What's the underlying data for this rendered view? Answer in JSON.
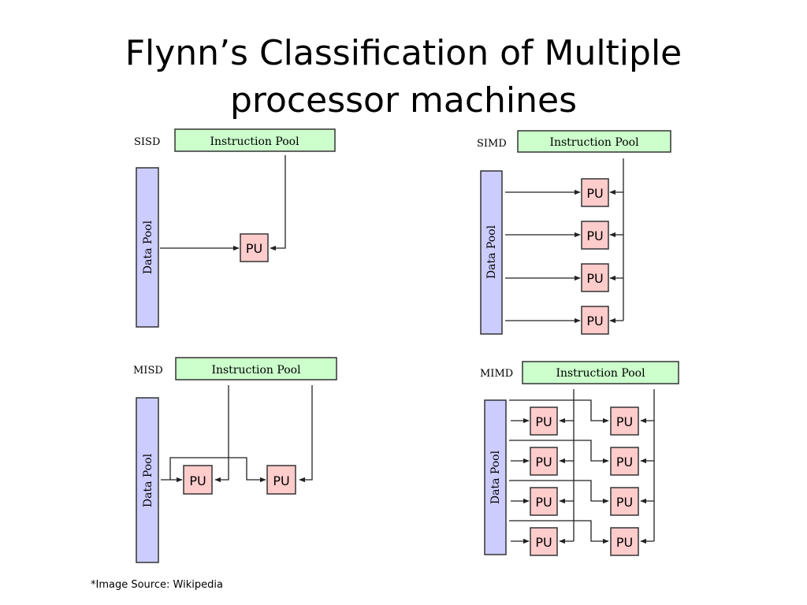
{
  "title": {
    "line1": "Flynn’s Classification of Multiple",
    "line2": "processor machines"
  },
  "colors": {
    "instruction_pool": "#ccffcc",
    "data_pool": "#ccccff",
    "pu": "#ffcccc",
    "stroke": "#333333"
  },
  "diagrams": {
    "sisd": {
      "label": "SISD",
      "instruction_pool": "Instruction Pool",
      "data_pool": "Data Pool",
      "pu": [
        "PU"
      ]
    },
    "simd": {
      "label": "SIMD",
      "instruction_pool": "Instruction Pool",
      "data_pool": "Data Pool",
      "pu": [
        "PU",
        "PU",
        "PU",
        "PU"
      ]
    },
    "misd": {
      "label": "MISD",
      "instruction_pool": "Instruction Pool",
      "data_pool": "Data Pool",
      "pu": [
        "PU",
        "PU"
      ]
    },
    "mimd": {
      "label": "MIMD",
      "instruction_pool": "Instruction Pool",
      "data_pool": "Data Pool",
      "pu": [
        "PU",
        "PU",
        "PU",
        "PU",
        "PU",
        "PU",
        "PU",
        "PU"
      ]
    }
  },
  "footer": {
    "source": "*Image Source: Wikipedia"
  }
}
